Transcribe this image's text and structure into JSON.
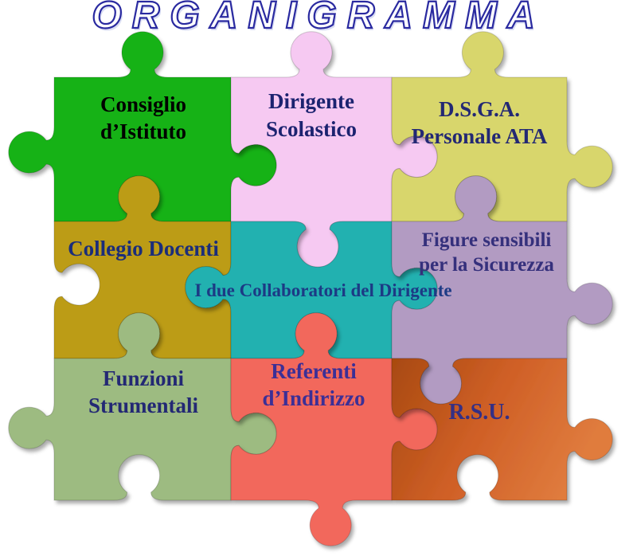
{
  "title": "ORGANIGRAMMA",
  "title_style": {
    "fill": "#fdfdff",
    "outline": "#2a2aa0"
  },
  "background": "#ffffff",
  "pieces": [
    {
      "id": "consiglio-istituto",
      "lines": [
        "Consiglio",
        "d’Istituto"
      ],
      "color": "#16b216",
      "label_color": "#000000"
    },
    {
      "id": "dirigente-scolastico",
      "lines": [
        "Dirigente",
        "Scolastico"
      ],
      "color": "#f6c9f2",
      "label_color": "#1c2370"
    },
    {
      "id": "dsga-personale-ata",
      "lines": [
        "D.S.G.A.",
        "Personale ATA"
      ],
      "color": "#d8d66c",
      "label_color": "#232874"
    },
    {
      "id": "collegio-docenti",
      "lines": [
        "Collegio Docenti"
      ],
      "color": "#bc9c12",
      "label_color": "#1b2d7a"
    },
    {
      "id": "collaboratori-dirigente",
      "lines": [
        "I due Collaboratori del Dirigente"
      ],
      "color": "#24b1b0",
      "label_color": "#1c3a85"
    },
    {
      "id": "figure-sensibili",
      "lines": [
        "Figure sensibili",
        "per la Sicurezza"
      ],
      "color": "#b29bc2",
      "label_color": "#35307c"
    },
    {
      "id": "funzioni-strumentali",
      "lines": [
        "Funzioni",
        "Strumentali"
      ],
      "color": "#9dbb81",
      "label_color": "#232874"
    },
    {
      "id": "referenti-indirizzo",
      "lines": [
        "Referenti",
        "d’Indirizzo"
      ],
      "color": "#f2675c",
      "label_color": "#3c2f96"
    },
    {
      "id": "rsu",
      "lines": [
        "R.S.U."
      ],
      "color": "#c85a22",
      "color_gradient": [
        "#a84a10",
        "#cf5f26",
        "#e07c3e"
      ],
      "label_color": "#342f85"
    }
  ]
}
